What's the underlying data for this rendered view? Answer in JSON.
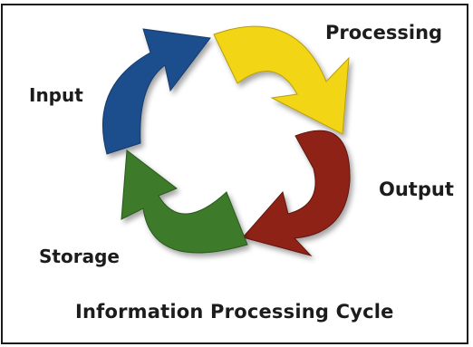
{
  "diagram": {
    "caption": "Information Processing Cycle",
    "stages": [
      {
        "label": "Input",
        "color": "#1f4e8c"
      },
      {
        "label": "Processing",
        "color": "#f2d619"
      },
      {
        "label": "Output",
        "color": "#8e2418"
      },
      {
        "label": "Storage",
        "color": "#3d7a2c"
      }
    ]
  }
}
